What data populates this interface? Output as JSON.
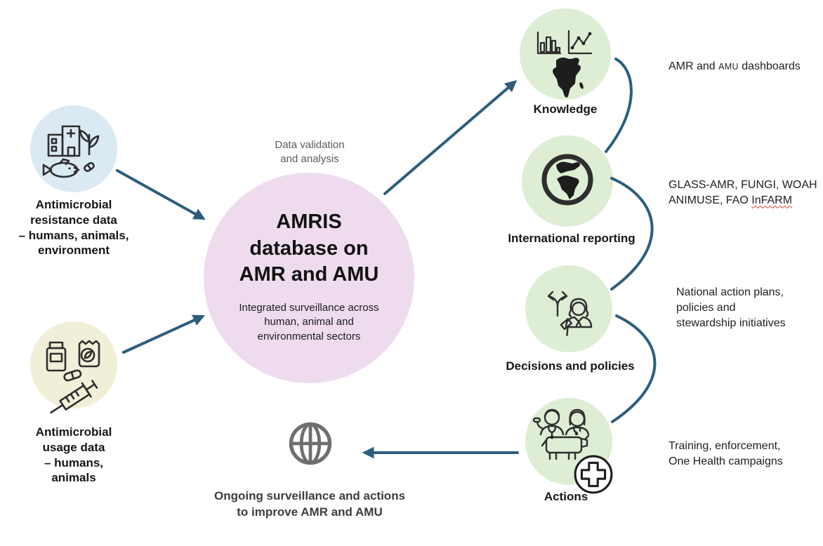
{
  "colors": {
    "arrow": "#2d5e7d",
    "circle-blue": "#dbe9f3",
    "circle-yellow": "#f1efd8",
    "circle-pink": "#eedcee",
    "circle-green": "#ddeed5",
    "text-gray": "#5a5a5a",
    "footer-text": "#3d3d3d",
    "globe-gray": "#6e6e6e",
    "spellcheck-red": "#e03c31"
  },
  "inputs": {
    "resistance": {
      "icon": "hospital-plant-fish-icon",
      "label": "Antimicrobial\nresistance data\n– humans, animals,\nenvironment"
    },
    "usage": {
      "icon": "medicines-syringe-icon",
      "label": "Antimicrobial\nusage data\n– humans,\nanimals"
    }
  },
  "center": {
    "note": "Data validation\nand analysis",
    "title": "AMRIS\ndatabase on\nAMR and AMU",
    "subtitle": "Integrated surveillance across\nhuman, animal and\nenvironmental sectors"
  },
  "outputs": {
    "knowledge": {
      "icon": "charts-africa-icon",
      "label": "Knowledge",
      "annotation_pre": "AMR and ",
      "annotation_smallcaps": "AMU",
      "annotation_post": " dashboards"
    },
    "reporting": {
      "icon": "globe-continents-icon",
      "label": "International reporting",
      "annotation": "GLASS-AMR, FUNGI, WOAH\nANIMUSE, FAO ",
      "annotation_flagged": "InFARM"
    },
    "decisions": {
      "icon": "fork-arrows-judge-icon",
      "label": "Decisions and policies",
      "annotation": "National action plans,\npolicies and\nstewardship initiatives"
    },
    "actions": {
      "icon": "health-workers-livestock-icon",
      "badge_icon": "medical-plus-icon",
      "label": "Actions",
      "annotation": "Training, enforcement,\nOne Health campaigns"
    }
  },
  "footer": {
    "icon": "wireframe-globe-icon",
    "label": "Ongoing surveillance and actions\nto improve AMR and AMU"
  }
}
